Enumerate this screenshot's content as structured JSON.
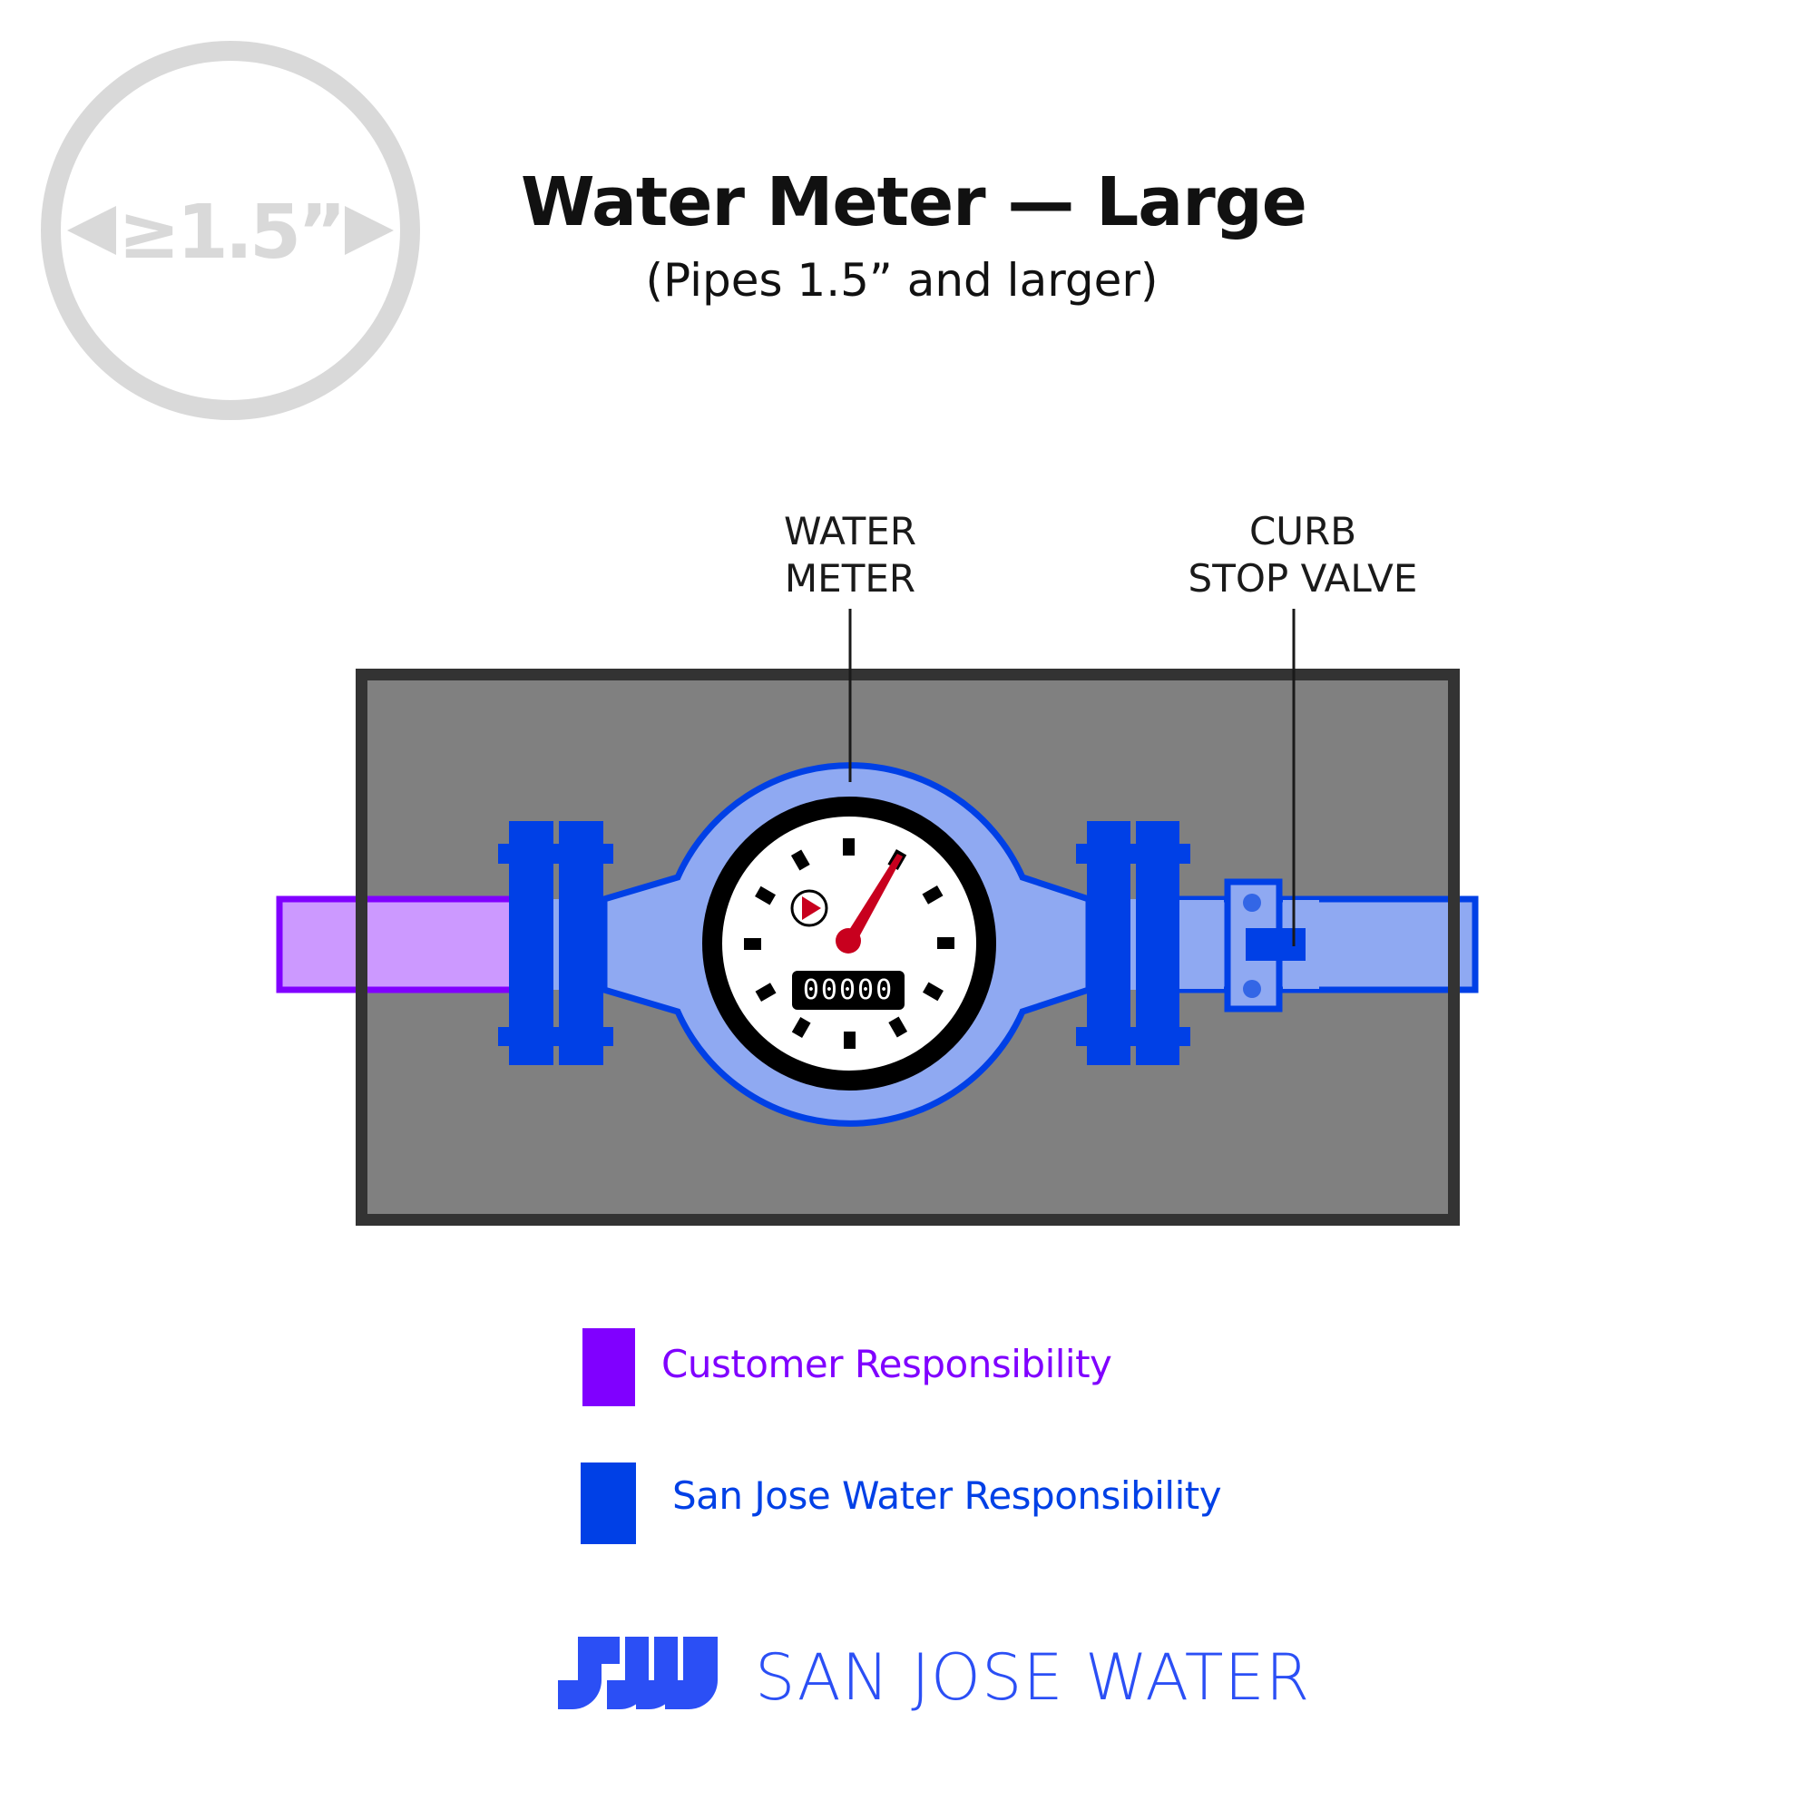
{
  "badge": {
    "text": "≥1.5”",
    "left_arrow": "triangle-left-icon",
    "right_arrow": "triangle-right-icon",
    "color": "#d9d9d9"
  },
  "header": {
    "title": "Water Meter — Large",
    "subtitle": "(Pipes 1.5” and larger)"
  },
  "diagram": {
    "labels": {
      "water_meter_line1": "WATER",
      "water_meter_line2": "METER",
      "curb_stop_line1": "CURB",
      "curb_stop_line2": "STOP VALVE"
    },
    "meter": {
      "odometer_reading": "00000",
      "needle_color": "#c8001e"
    },
    "colors": {
      "vault_fill": "#808080",
      "vault_border": "#333333",
      "customer_pipe_fill": "#cc99ff",
      "customer_pipe_stroke": "#8000ff",
      "utility_fill": "#8fa9f2",
      "utility_stroke": "#0040e6",
      "flange": "#0040e6"
    }
  },
  "legend": {
    "items": [
      {
        "label": "Customer Responsibility",
        "color": "#8000ff"
      },
      {
        "label": "San Jose Water Responsibility",
        "color": "#0040e6"
      }
    ]
  },
  "footer": {
    "logo_mark": "SJW",
    "logo_text": "SAN JOSE WATER",
    "logo_color": "#2b4ff5"
  }
}
